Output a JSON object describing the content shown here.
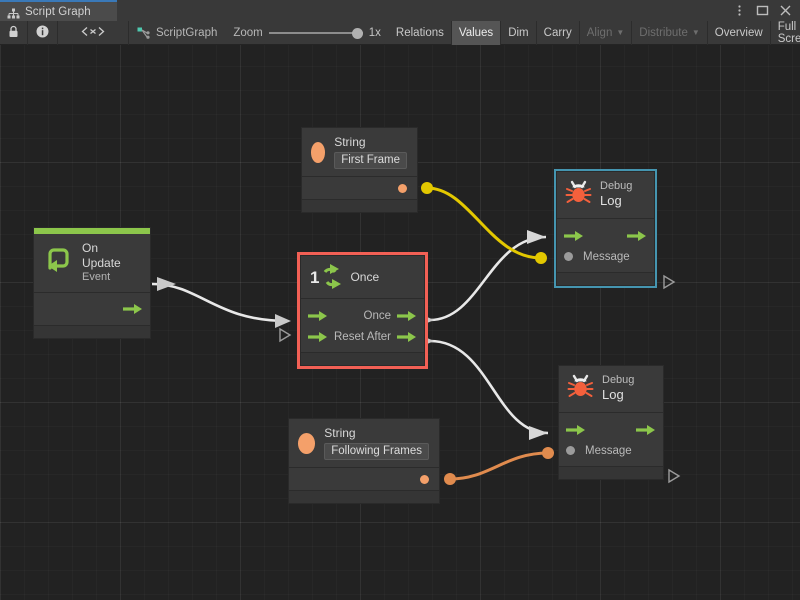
{
  "window": {
    "tab_label": "Script Graph",
    "tab_icon": "hierarchy-icon",
    "controls": [
      {
        "name": "kebab-menu-icon",
        "glyph": "⋮"
      },
      {
        "name": "maximize-icon",
        "glyph": "□"
      },
      {
        "name": "close-icon",
        "glyph": "✕"
      }
    ]
  },
  "toolbar": {
    "lock_icon": "lock-icon",
    "info_icon": "info-icon",
    "code_icon": "angle-brackets-icon",
    "graph_icon": "script-graph-icon",
    "graph_name": "ScriptGraph",
    "zoom_label": "Zoom",
    "zoom_value": "1x",
    "zoom_slider_percent": 100,
    "buttons": [
      {
        "label": "Relations",
        "state": "normal"
      },
      {
        "label": "Values",
        "state": "active"
      },
      {
        "label": "Dim",
        "state": "normal"
      },
      {
        "label": "Carry",
        "state": "normal"
      },
      {
        "label": "Align",
        "state": "disabled",
        "caret": "▼"
      },
      {
        "label": "Distribute",
        "state": "disabled",
        "caret": "▼"
      },
      {
        "label": "Overview",
        "state": "normal"
      },
      {
        "label": "Full Screen",
        "state": "normal"
      }
    ]
  },
  "graph": {
    "nodes": {
      "on_update": {
        "title": "On Update",
        "subtitle": "Event",
        "icon": "event-loop-icon",
        "accent": "#8cc64b",
        "selected": false
      },
      "string_first": {
        "title": "String",
        "icon": "string-value-icon",
        "value": "First Frame",
        "selected": false
      },
      "string_following": {
        "title": "String",
        "icon": "string-value-icon",
        "value": "Following Frames",
        "selected": false
      },
      "once": {
        "title": "Once",
        "icon": "once-counter-icon",
        "icon_number": "1",
        "selected": true,
        "selection_color": "#f26055",
        "inputs": [
          {
            "label": "",
            "kind": "flow"
          },
          {
            "label": "Reset",
            "kind": "flow"
          }
        ],
        "outputs": [
          {
            "label": "Once",
            "kind": "flow"
          },
          {
            "label": "After",
            "kind": "flow"
          }
        ]
      },
      "debug_log_top": {
        "title": "Debug",
        "subtitle": "Log",
        "icon": "bug-icon",
        "selected": true,
        "selection_color": "#4595b0",
        "input_value_label": "Message"
      },
      "debug_log_bottom": {
        "title": "Debug",
        "subtitle": "Log",
        "icon": "bug-icon",
        "selected": false,
        "input_value_label": "Message"
      }
    },
    "wires": [
      {
        "from": "on_update.flow_out",
        "to": "once.flow_in",
        "color": "#e8e8e8",
        "kind": "flow"
      },
      {
        "from": "once.once_out",
        "to": "debug_log_top.flow_in",
        "color": "#e8e8e8",
        "kind": "flow"
      },
      {
        "from": "once.after_out",
        "to": "debug_log_bottom.flow_in",
        "color": "#e8e8e8",
        "kind": "flow"
      },
      {
        "from": "string_first.value_out",
        "to": "debug_log_top.message_in",
        "color": "#e3c800",
        "kind": "value"
      },
      {
        "from": "string_following.value_out",
        "to": "debug_log_bottom.message_in",
        "color": "#e08b4e",
        "kind": "value"
      }
    ]
  },
  "colors": {
    "flow_green": "#8cc64b",
    "value_orange": "#f4a06a",
    "wire_yellow": "#e3c800",
    "wire_orange": "#e08b4e",
    "wire_white": "#e8e8e8",
    "selection_red": "#f26055",
    "selection_cyan": "#4595b0",
    "canvas_bg": "#222222",
    "node_bg": "#3a3a3a",
    "chrome_bg": "#393939"
  }
}
